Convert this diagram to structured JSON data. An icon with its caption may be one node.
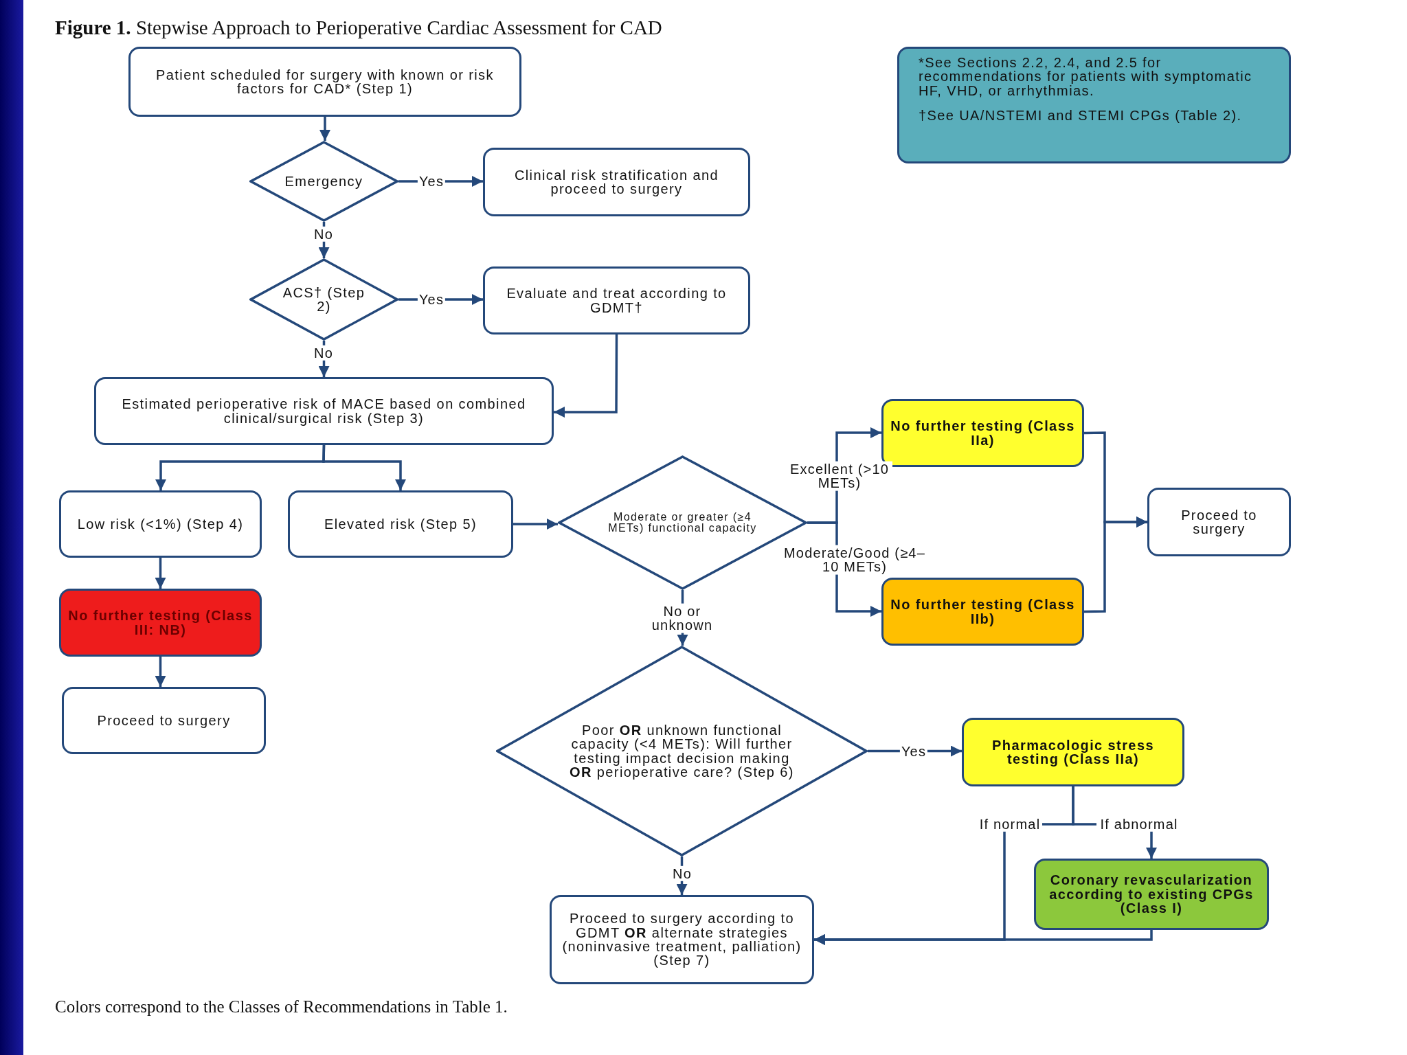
{
  "diagram": {
    "title": "**Figure 1.** Stepwise Approach to Perioperative Cardiac Assessment for CAD",
    "caption": "Colors correspond to the Classes of Recommendations in Table 1.",
    "nodes": [
      {
        "text": [
          "Patient scheduled for surgery with known or risk factors for CAD* (Step 1)"
        ]
      },
      {
        "text": [
          "Emergency"
        ]
      },
      {
        "text": [
          "Clinical risk stratification and proceed to surgery"
        ]
      },
      {
        "text": [
          "ACS† (Step 2)"
        ]
      },
      {
        "text": [
          "Evaluate and treat according to GDMT†"
        ]
      },
      {
        "text": [
          "Estimated perioperative risk of MACE based on combined clinical/surgical risk (Step 3)"
        ]
      },
      {
        "text": [
          "Low risk (<1%) (Step 4)"
        ]
      },
      {
        "text": [
          "Elevated risk (Step 5)"
        ]
      },
      {
        "text": [
          "Moderate or greater (≥4 METs) functional capacity"
        ]
      },
      {
        "text": [
          "No further testing (Class IIa)"
        ]
      },
      {
        "text": [
          "No further testing (Class IIb)"
        ]
      },
      {
        "text": [
          "Proceed to surgery"
        ]
      },
      {
        "text": [
          "No further testing (Class III: NB)"
        ]
      },
      {
        "text": [
          "Proceed to surgery"
        ]
      },
      {
        "text": [
          "Poor **OR** unknown functional capacity (<4 METs): Will further testing impact decision making **OR** perioperative care? (Step 6)"
        ]
      },
      {
        "text": [
          "Pharmacologic stress testing (Class IIa)"
        ]
      },
      {
        "text": [
          "Coronary revascularization according to existing CPGs (Class I)"
        ]
      },
      {
        "text": [
          "Proceed to surgery according to GDMT **OR** alternate strategies (noninvasive treatment, palliation) (Step 7)"
        ]
      },
      {
        "text": [
          "*See Sections 2.2, 2.4, and 2.5 for recommendations for patients with symptomatic HF, VHD, or arrhythmias.",
          "†See UA/NSTEMI and STEMI CPGs (Table 2)."
        ]
      }
    ],
    "edges": [
      {
        "from": 0,
        "to": 1,
        "arrow": "to"
      },
      {
        "from": 1,
        "to": 2,
        "arrow": "to",
        "label": "Yes"
      },
      {
        "from": 1,
        "to": 3,
        "arrow": "to",
        "label": "No"
      },
      {
        "from": 3,
        "to": 4,
        "arrow": "to",
        "label": "Yes"
      },
      {
        "from": 3,
        "to": 5,
        "arrow": "to",
        "label": "No"
      },
      {
        "from": 4,
        "to": 5,
        "arrow": "to"
      },
      {
        "from": 5,
        "to": 6,
        "arrow": "to"
      },
      {
        "from": 5,
        "to": 7,
        "arrow": "to"
      },
      {
        "from": 6,
        "to": 12,
        "arrow": "to"
      },
      {
        "from": 12,
        "to": 13,
        "arrow": "to"
      },
      {
        "from": 7,
        "to": 8,
        "arrow": "to"
      },
      {
        "from": 8,
        "to": 9,
        "arrow": "to",
        "label": "Excellent (>10 METs)"
      },
      {
        "from": 8,
        "to": 10,
        "arrow": "to",
        "label": "Moderate/Good (≥4–10 METs)"
      },
      {
        "from": 9,
        "to": 11,
        "arrow": "to"
      },
      {
        "from": 10,
        "to": 11,
        "arrow": "to"
      },
      {
        "from": 8,
        "to": 14,
        "arrow": "to",
        "label": "No or unknown"
      },
      {
        "from": 14,
        "to": 15,
        "arrow": "to",
        "label": "Yes"
      },
      {
        "from": 14,
        "to": 17,
        "arrow": "to",
        "label": "No"
      },
      {
        "from": 15,
        "to": 16,
        "arrow": "to",
        "label": "If abnormal"
      },
      {
        "from": 15,
        "to": 17,
        "arrow": "to",
        "label": "If normal"
      },
      {
        "from": 16,
        "to": 17,
        "arrow": "to"
      }
    ]
  }
}
